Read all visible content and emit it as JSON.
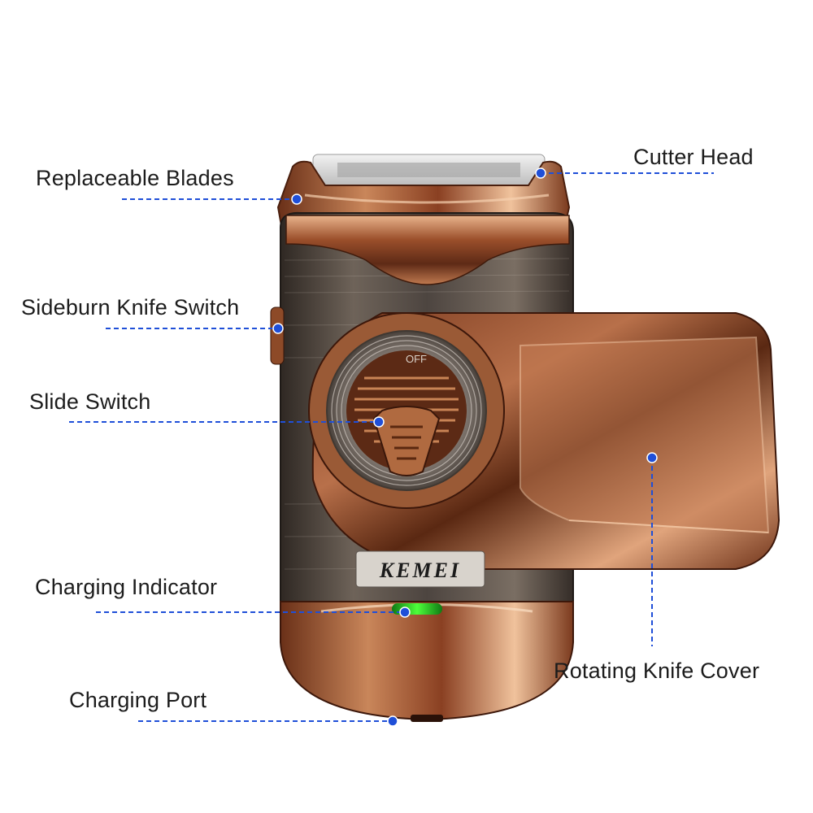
{
  "brand": "KEMEI",
  "indicator_color": "#22d11f",
  "leader_color": "#1f4fd8",
  "labels": {
    "replaceable_blades": "Replaceable Blades",
    "cutter_head": "Cutter Head",
    "sideburn_knife_switch": "Sideburn Knife Switch",
    "slide_switch": "Slide Switch",
    "charging_indicator": "Charging Indicator",
    "charging_port": "Charging Port",
    "rotating_knife_cover": "Rotating Knife Cover"
  },
  "switch_marking": "OFF"
}
